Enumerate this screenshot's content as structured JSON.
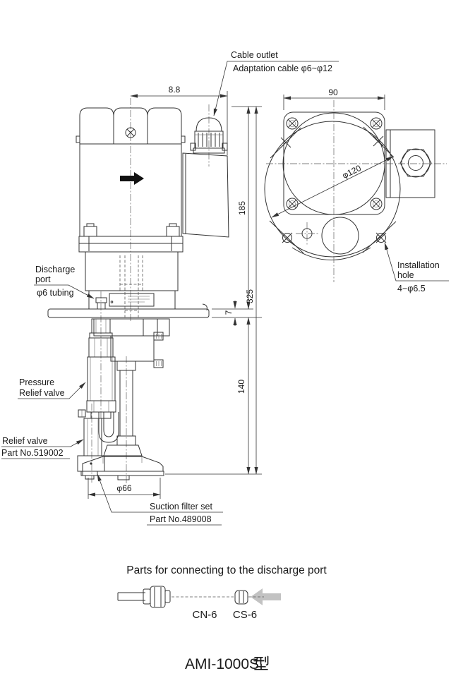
{
  "labels": {
    "cable_outlet": "Cable outlet",
    "adaptation_cable": "Adaptation cable φ6~φ12",
    "discharge_line1": "Discharge",
    "discharge_line2": "port",
    "tubing": "φ6 tubing",
    "pressure_line1": "Pressure",
    "pressure_line2": "Relief valve",
    "relief_line1": "Relief valve",
    "relief_line2": "Part No.519002",
    "suction_line1": "Suction filter set",
    "suction_line2": "Part No.489008",
    "install_line1": "Installation",
    "install_line2": "hole",
    "install_line3": "4−φ6.5"
  },
  "dims": {
    "width_top": "8.8",
    "flange_width": "90",
    "motor_height": "185",
    "total_height": "325",
    "plate_thickness": "7",
    "lower_height": "140",
    "filter_diameter": "φ66",
    "plate_diameter": "φ120"
  },
  "parts": {
    "title": "Parts for connecting to the discharge port",
    "part_nut": "CN-6",
    "part_sleeve": "CS-6"
  },
  "model_name": "AMI-1000S",
  "model_suffix": "型",
  "colors": {
    "line": "#333333",
    "arrow_gray": "#c2c2c2",
    "black_fill": "#111111"
  }
}
